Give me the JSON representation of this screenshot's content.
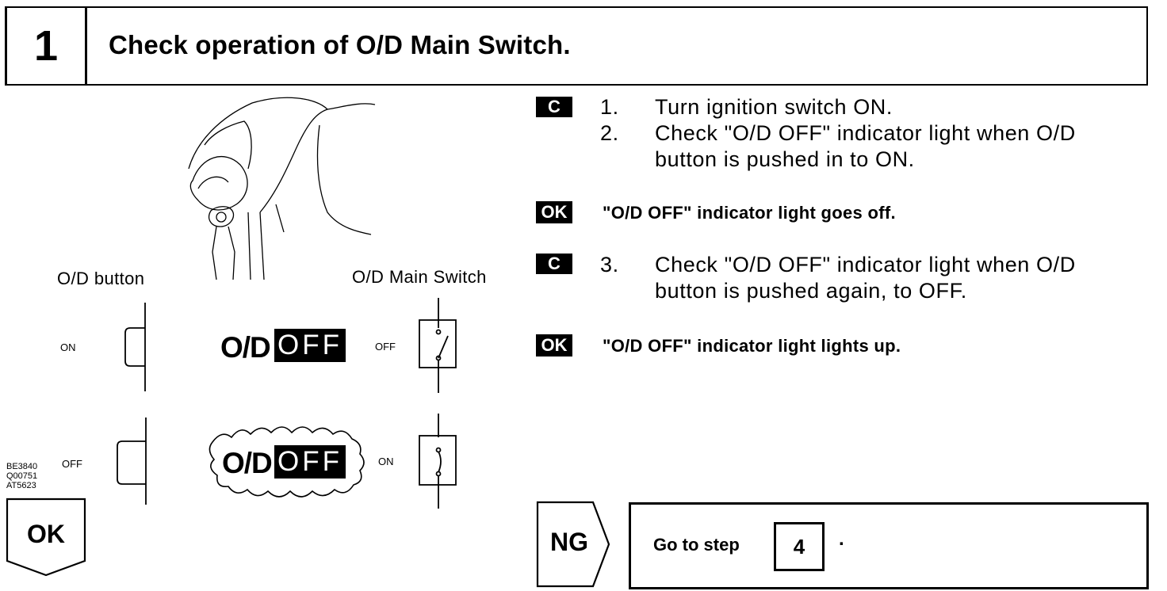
{
  "header": {
    "step_number": "1",
    "title": "Check operation of O/D Main Switch."
  },
  "steps": [
    {
      "badge": "C",
      "num": "1.",
      "text_lines": [
        "Turn ignition switch ON."
      ]
    },
    {
      "num": "2.",
      "text_lines": [
        "Check \"O/D OFF\" indicator light when O/D",
        "button is pushed in to ON."
      ]
    },
    {
      "badge": "OK",
      "text": "\"O/D OFF\" indicator light goes off."
    },
    {
      "badge": "C",
      "num": "3.",
      "text_lines": [
        "Check \"O/D OFF\" indicator light when O/D",
        "button is pushed again, to OFF."
      ]
    },
    {
      "badge": "OK",
      "text": "\"O/D OFF\" indicator light lights up."
    }
  ],
  "diagram": {
    "button_label": "O/D button",
    "switch_label": "O/D Main Switch",
    "row1": {
      "button_state": "ON",
      "indicator_od": "O/D",
      "indicator_off": "OFF",
      "switch_state": "OFF"
    },
    "row2": {
      "button_state": "OFF",
      "indicator_od": "O/D",
      "indicator_off": "OFF",
      "switch_state": "ON"
    },
    "figure_codes": [
      "BE3840",
      "Q00751",
      "AT5623"
    ]
  },
  "results": {
    "ok_label": "OK",
    "ng_label": "NG",
    "go_to_text": "Go to step",
    "go_to_step": "4",
    "go_to_suffix": "."
  }
}
